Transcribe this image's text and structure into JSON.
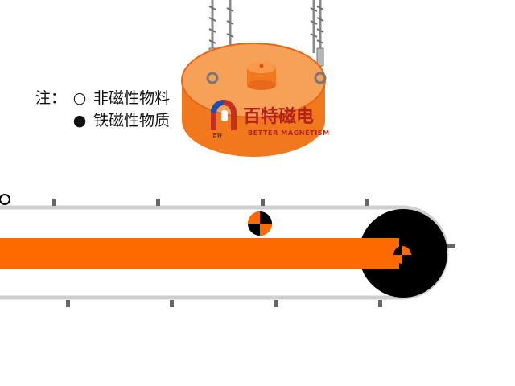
{
  "legend": {
    "prefix": "注：",
    "items": [
      {
        "symbol": "○",
        "label": "非磁性物料",
        "kind": "non-magnetic-material"
      },
      {
        "symbol": "●",
        "label": "铁磁性物质",
        "kind": "ferromagnetic-substance"
      }
    ]
  },
  "separator": {
    "brand_cn": "百特磁电",
    "brand_en": "BETTER MAGNETISM",
    "logo_small_text": "百特",
    "body_color": "#f2781e",
    "top_color": "#f7a057",
    "logo_color": "#c2311d"
  },
  "conveyor": {
    "belt_color": "#ff6a00",
    "rail_color": "#cfcfcf",
    "drum_color": "#000000"
  },
  "colors": {
    "orange": "#ff6a00",
    "black": "#000000",
    "white": "#ffffff"
  }
}
